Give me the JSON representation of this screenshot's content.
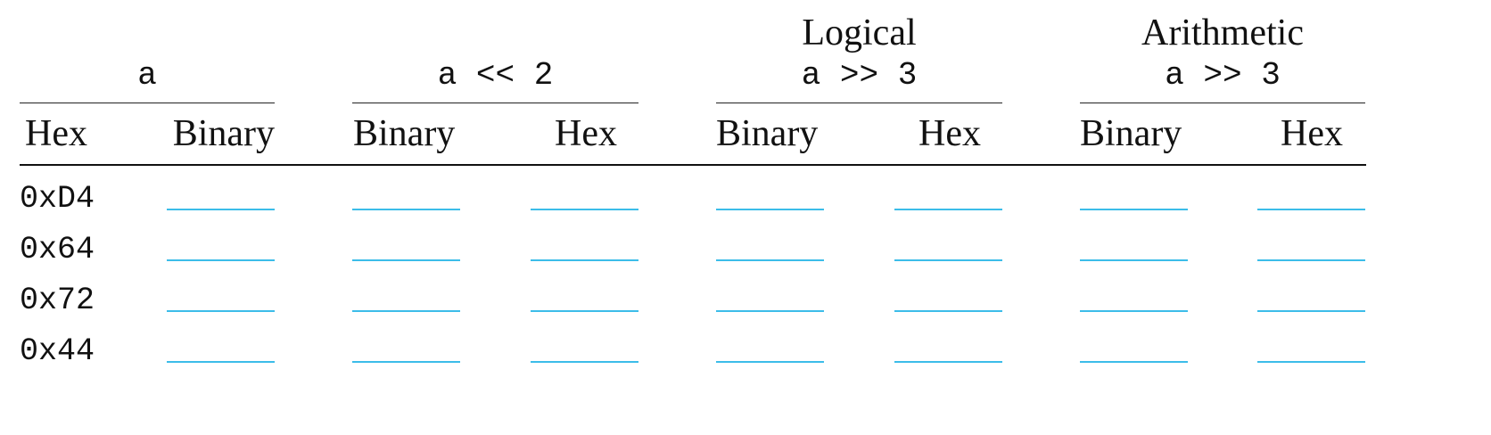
{
  "table": {
    "groups": [
      {
        "id": "a",
        "title": "",
        "expr": "a",
        "columns": [
          "Hex",
          "Binary"
        ]
      },
      {
        "id": "shl2",
        "title": "",
        "expr": "a << 2",
        "columns": [
          "Binary",
          "Hex"
        ]
      },
      {
        "id": "lsr3",
        "title": "Logical",
        "expr": "a >> 3",
        "columns": [
          "Binary",
          "Hex"
        ]
      },
      {
        "id": "asr3",
        "title": "Arithmetic",
        "expr": "a >> 3",
        "columns": [
          "Binary",
          "Hex"
        ]
      }
    ],
    "rows": [
      {
        "hex": "0xD4"
      },
      {
        "hex": "0x64"
      },
      {
        "hex": "0x72"
      },
      {
        "hex": "0x44"
      }
    ],
    "blank_color": "#3cbde9"
  }
}
